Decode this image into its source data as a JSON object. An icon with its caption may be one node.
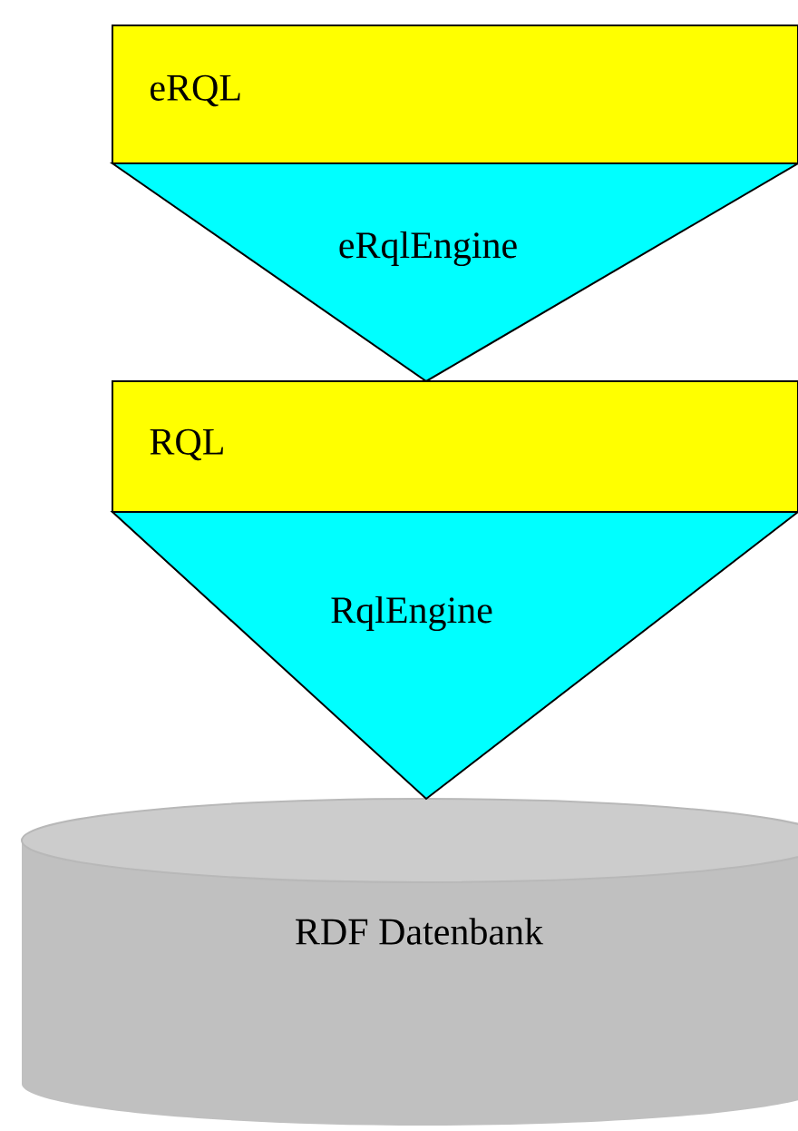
{
  "diagram": {
    "nodes": [
      {
        "text": [
          "eRQL"
        ]
      },
      {
        "text": [
          "eRqlEngine"
        ]
      },
      {
        "text": [
          "RQL"
        ]
      },
      {
        "text": [
          "RqlEngine"
        ]
      },
      {
        "text": [
          "RDF Datenbank"
        ]
      }
    ]
  }
}
